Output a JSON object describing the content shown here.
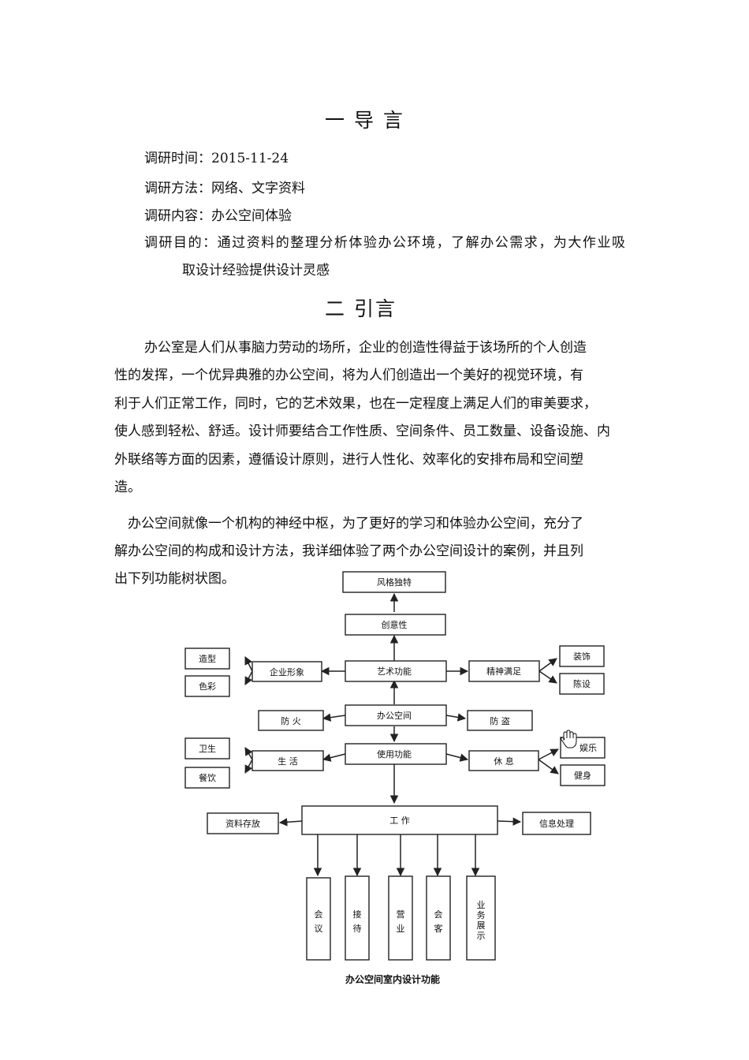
{
  "section1": {
    "title": "一  导  言"
  },
  "meta": [
    {
      "label": "调研时间：",
      "value": "2015-11-24"
    },
    {
      "label": "调研方法：",
      "value": "网络、文字资料"
    },
    {
      "label": "调研内容：",
      "value": "办公空间体验"
    },
    {
      "label": "调研目的：",
      "value": "通过资料的整理分析体验办公环境，了解办公需求，为大作业吸"
    }
  ],
  "meta_cont": "取设计经验提供设计灵感",
  "section2": {
    "title": "二  引言"
  },
  "p1": [
    "办公室是人们从事脑力劳动的场所，企业的创造性得益于该场所的个人创造",
    "性的发挥，一个优异典雅的办公空间，将为人们创造出一个美好的视觉环境，有",
    "利于人们正常工作，同时，它的艺术效果，也在一定程度上满足人们的审美要求，",
    "使人感到轻松、舒适。设计师要结合工作性质、空间条件、员工数量、设备设施、内",
    "外联络等方面的因素，遵循设计原则，进行人性化、效率化的安排布局和空间塑",
    "造。"
  ],
  "p2": [
    "办公空间就像一个机构的神经中枢，为了更好的学习和体验办公空间，充分了",
    "解办公空间的构成和设计方法，我详细体验了两个办公空间设计的案例，并且列",
    "出下列功能树状图。"
  ],
  "diagram": {
    "nodes": {
      "style": "风格独特",
      "creative": "创意性",
      "art": "艺术功能",
      "corp_image": "企业形象",
      "shape": "造型",
      "color": "色彩",
      "spirit": "精神满足",
      "decor": "装饰",
      "furnish": "陈设",
      "office": "办公空间",
      "fire": "防    火",
      "theft": "防    盗",
      "use": "使用功能",
      "life": "生    活",
      "hygiene": "卫生",
      "dining": "餐饮",
      "rest": "休    息",
      "ent": "娱乐",
      "fitness": "健身",
      "work": "工        作",
      "archive": "资料存放",
      "info": "信息处理",
      "meeting": "会议",
      "reception": "接待",
      "business": "营业",
      "guests": "会客",
      "display": "业务展示"
    },
    "caption": "办公空间室内设计功能",
    "icons": {
      "cursor": "hand-cursor-icon"
    }
  }
}
